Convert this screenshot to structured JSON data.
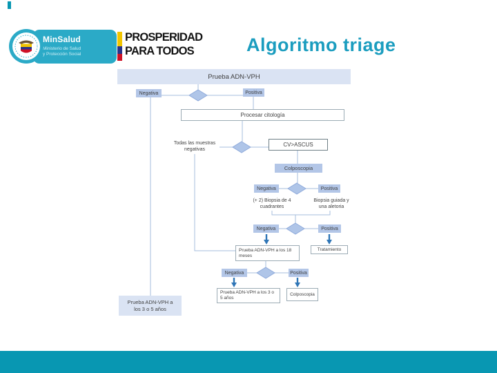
{
  "header": {
    "minsalud": {
      "name": "MinSalud",
      "sub_line1": "Ministerio de Salud",
      "sub_line2": "y Protección Social"
    },
    "prosperidad": {
      "line1": "PROSPERIDAD",
      "line2": "PARA TODOS"
    },
    "title": "Algoritmo triage"
  },
  "flow": {
    "prueba_adn_vph": "Prueba ADN-VPH",
    "negativa": "Negativa",
    "positiva": "Positiva",
    "procesar_citologia": "Procesar citología",
    "todas_line1": "Todas las muestras",
    "todas_line2": "negativas",
    "cv_ascus": "CV>ASCUS",
    "colposcopia": "Colposcopia",
    "biopsia4_line1": "(+ 2) Biopsia de 4",
    "biopsia4_line2": "cuadrantes",
    "biopsia_guiada_line1": "Biopsia guiada y",
    "biopsia_guiada_line2": "una aletoria",
    "prueba_18_meses": "Prueba ADN-VPH a los 18 meses",
    "tratamiento": "Tratamiento",
    "prueba_3_5": "Prueba ADN-VPH a los 3 o 5 años",
    "prueba_3_5_left_line1": "Prueba ADN-VPH a",
    "prueba_3_5_left_line2": "los 3 o 5 años"
  },
  "colors": {
    "teal_bar": "#0897B2",
    "minsalud_teal": "#2BAAC7",
    "title_teal": "#1B9DBF",
    "node_light_blue": "#DAE3F3",
    "node_mid_blue": "#B3C6E7",
    "diamond_fill": "#AFC5E8",
    "diamond_stroke": "#8EAADB",
    "connector_line": "#A6BDDC",
    "arrow_blue": "#2E75B6",
    "flag_yellow": "#F2C500",
    "flag_blue": "#27348B",
    "flag_red": "#CE1126"
  }
}
